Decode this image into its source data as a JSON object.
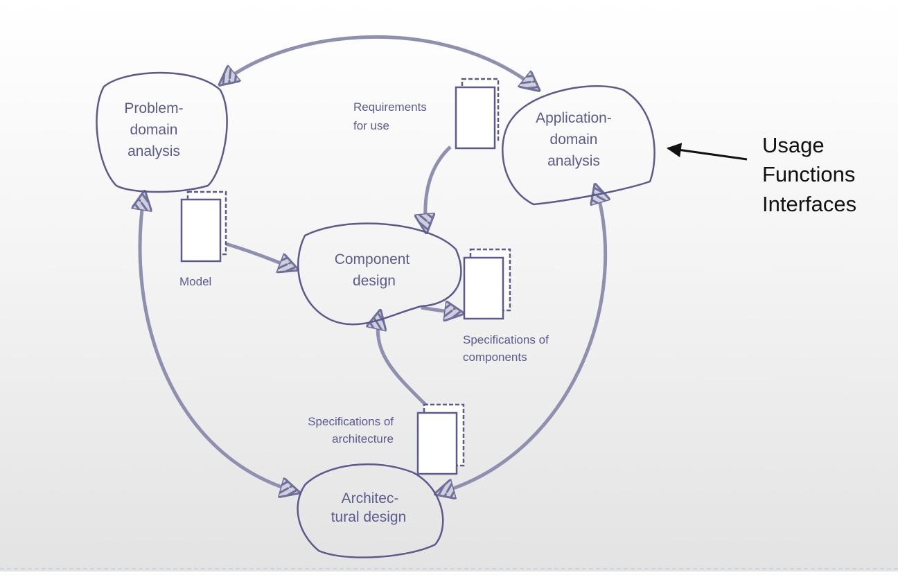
{
  "diagram": {
    "nodes": {
      "problem_domain": [
        "Problem-",
        "domain",
        "analysis"
      ],
      "application_domain": [
        "Application-",
        "domain",
        "analysis"
      ],
      "component_design": [
        "Component",
        "design"
      ],
      "architectural_design": [
        "Architec-",
        "tural design"
      ]
    },
    "documents": {
      "requirements": [
        "Requirements",
        "for use"
      ],
      "model": "Model",
      "component_specs": [
        "Specifications of",
        "components"
      ],
      "architecture_specs": [
        "Specifications of",
        "architecture"
      ]
    },
    "callout": [
      "Usage",
      "Functions",
      "Interfaces"
    ]
  },
  "colors": {
    "node_stroke": "#5c5a8c",
    "node_text": "#5a5a8e",
    "arrow": "#8f8fb0",
    "callout_text": "#111111"
  }
}
